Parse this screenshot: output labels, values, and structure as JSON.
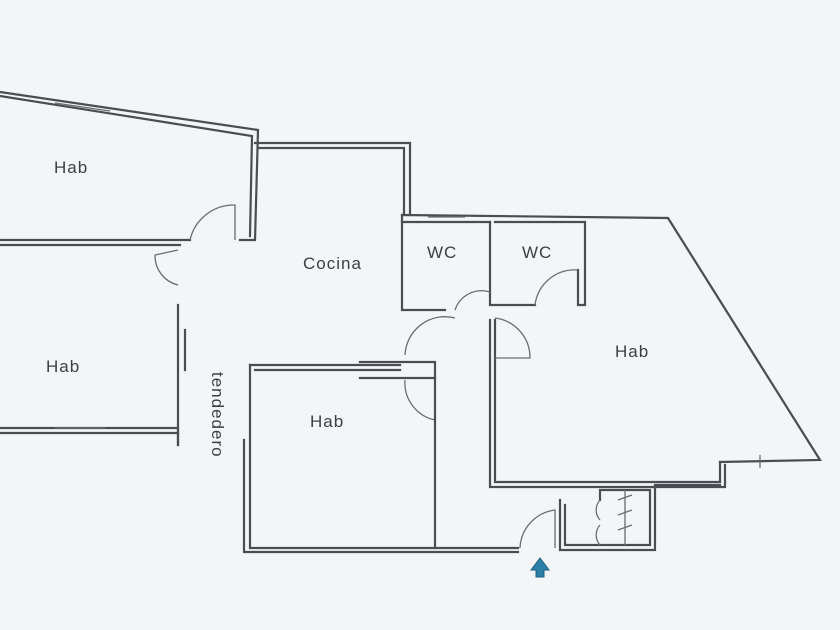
{
  "rooms": {
    "hab_top_left": "Hab",
    "hab_left": "Hab",
    "hab_center": "Hab",
    "hab_right": "Hab",
    "cocina": "Cocina",
    "wc_1": "WC",
    "wc_2": "WC",
    "tendedero": "tendedero"
  },
  "colors": {
    "walls": "#4a4d52",
    "entrance_arrow": "#2e7fa8",
    "paper": "#f3f5f7"
  },
  "icons": {
    "entrance": "arrow-up-icon"
  }
}
